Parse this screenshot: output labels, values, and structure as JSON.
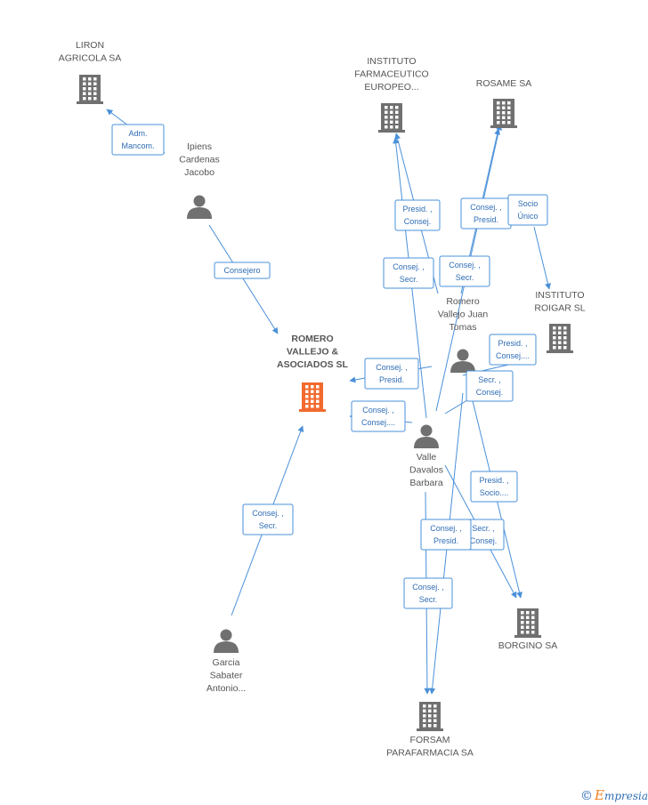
{
  "nodes": [
    {
      "id": "liron",
      "type": "company",
      "label": [
        "LIRON",
        "AGRICOLA SA"
      ]
    },
    {
      "id": "instituto_farm",
      "type": "company",
      "label": [
        "INSTITUTO",
        "FARMACEUTICO",
        "EUROPEO..."
      ]
    },
    {
      "id": "rosame",
      "type": "company",
      "label": [
        "ROSAME SA"
      ]
    },
    {
      "id": "instituto_roigar",
      "type": "company",
      "label": [
        "INSTITUTO",
        "ROIGAR  SL"
      ]
    },
    {
      "id": "romero_vallejo_asoc",
      "type": "company-main",
      "label": [
        "ROMERO",
        "VALLEJO &",
        "ASOCIADOS SL"
      ]
    },
    {
      "id": "borgino",
      "type": "company",
      "label": [
        "BORGINO SA"
      ]
    },
    {
      "id": "forsam",
      "type": "company",
      "label": [
        "FORSAM",
        "PARAFARMACIA SA"
      ]
    },
    {
      "id": "ipiens",
      "type": "person",
      "label": [
        "Ipiens",
        "Cardenas",
        "Jacobo"
      ]
    },
    {
      "id": "romero_juan",
      "type": "person",
      "label": [
        "Romero",
        "Vallejo Juan",
        "Tomas"
      ]
    },
    {
      "id": "valle",
      "type": "person",
      "label": [
        "Valle",
        "Davalos",
        "Barbara"
      ]
    },
    {
      "id": "garcia",
      "type": "person",
      "label": [
        "Garcia",
        "Sabater",
        "Antonio..."
      ]
    }
  ],
  "edges": [
    {
      "from": "ipiens",
      "to": "liron",
      "label": [
        "Adm.",
        "Mancom."
      ]
    },
    {
      "from": "ipiens",
      "to": "romero_vallejo_asoc",
      "label": [
        "Consejero"
      ]
    },
    {
      "from": "garcia",
      "to": "romero_vallejo_asoc",
      "label": [
        "Consej. ,",
        "Secr."
      ]
    },
    {
      "from": "romero_juan",
      "to": "instituto_farm",
      "label": [
        "Presid. ,",
        "Consej."
      ]
    },
    {
      "from": "valle",
      "to": "instituto_farm",
      "label": [
        "Consej. ,",
        "Secr."
      ]
    },
    {
      "from": "romero_juan",
      "to": "rosame",
      "label": [
        "Consej. ,",
        "Presid."
      ]
    },
    {
      "from": "valle",
      "to": "rosame",
      "label": [
        "Consej. ,",
        "Secr."
      ]
    },
    {
      "from": "rosame",
      "to": "instituto_roigar",
      "label": [
        "Socio",
        "Único"
      ]
    },
    {
      "from": "romero_juan",
      "to": "romero_vallejo_asoc",
      "label": [
        "Consej. ,",
        "Presid."
      ]
    },
    {
      "from": "valle",
      "to": "romero_vallejo_asoc",
      "label": [
        "Consej. ,",
        "Consej...."
      ]
    },
    {
      "from": "romero_juan",
      "to": "instituto_roigar",
      "label": [
        "Presid. ,",
        "Consej...."
      ]
    },
    {
      "from": "valle",
      "to": "instituto_roigar",
      "label": [
        "Secr. ,",
        "Consej."
      ]
    },
    {
      "from": "romero_juan",
      "to": "borgino",
      "label": [
        "Presid. ,",
        "Socio...."
      ]
    },
    {
      "from": "valle",
      "to": "borgino",
      "label": [
        "Secr. ,",
        "Consej."
      ]
    },
    {
      "from": "romero_juan",
      "to": "forsam",
      "label": [
        "Consej. ,",
        "Presid."
      ]
    },
    {
      "from": "valle",
      "to": "forsam",
      "label": [
        "Consej. ,",
        "Secr."
      ]
    }
  ],
  "watermark": {
    "symbol": "©",
    "brand_initial": "E",
    "brand_rest": "mpresia"
  },
  "colors": {
    "edge": "#4a90d9",
    "company": "#707070",
    "main_company": "#f26a2e",
    "person": "#707070",
    "label_text": "#2f6db5"
  }
}
